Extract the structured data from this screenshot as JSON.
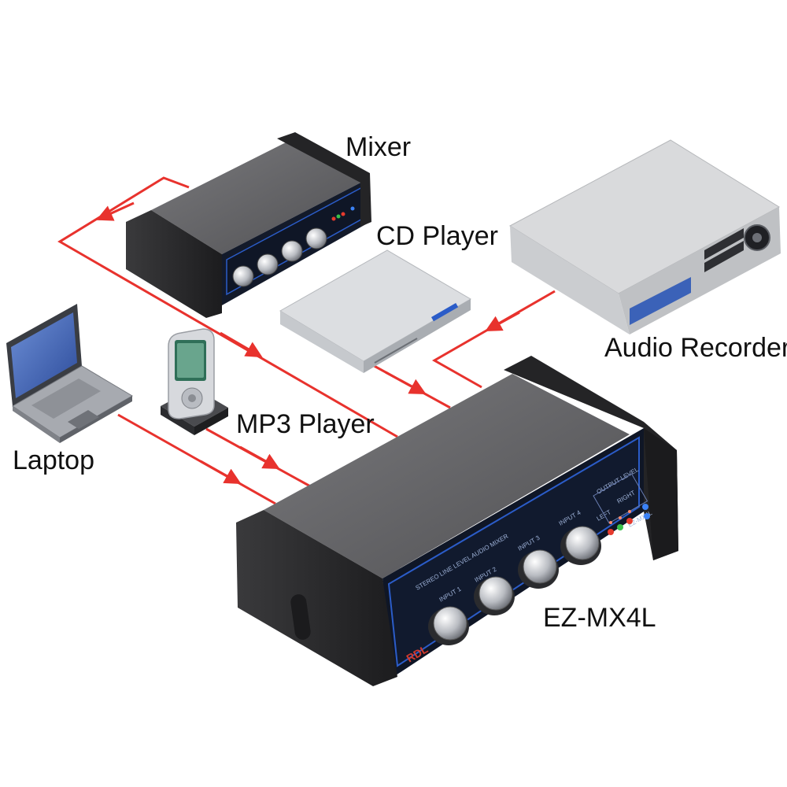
{
  "labels": {
    "mixer": "Mixer",
    "cd_player": "CD Player",
    "audio_recorder": "Audio Recorder",
    "laptop": "Laptop",
    "mp3_player": "MP3 Player",
    "ez_mx4l": "EZ-MX4L"
  },
  "panel_text": {
    "brand": "RDL",
    "mixer_caption": "STEREO LINE LEVEL AUDIO MIXER",
    "output_level": "OUTPUT LEVEL",
    "left": "LEFT",
    "right": "RIGHT",
    "input_1": "INPUT 1",
    "input_2": "INPUT 2",
    "input_3": "INPUT 3",
    "input_4": "INPUT 4",
    "model": "EZ-MX4L"
  },
  "colors": {
    "signal_line": "#e8322d",
    "chassis_top": "#6b6b6e",
    "chassis_end": "#2a2a2c",
    "front_panel": "#111827",
    "panel_trim": "#2b5cc8",
    "knob": "#c9ccd1",
    "cd_body": "#d9dbde",
    "recorder_body": "#d7d8da",
    "laptop_screen": "#3f63b8"
  }
}
